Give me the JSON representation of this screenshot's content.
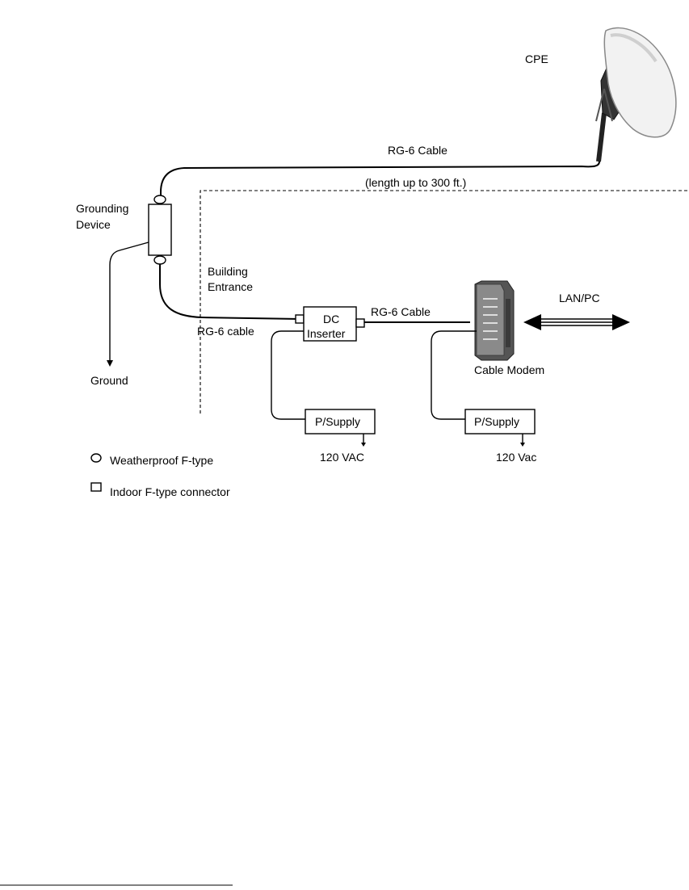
{
  "labels": {
    "cpe": "CPE",
    "rg6_top": "RG-6 Cable",
    "length_note": "(length up to 300 ft.)",
    "grounding_1": "Grounding",
    "grounding_2": "Device",
    "building_1": "Building",
    "building_2": "Entrance",
    "rg6_lower": "RG-6 cable",
    "rg6_middle": "RG-6 Cable",
    "dc_1": "DC",
    "dc_2": "Inserter",
    "lan_pc": "LAN/PC",
    "cable_modem": "Cable Modem",
    "ground": "Ground",
    "psupply_left": "P/Supply",
    "psupply_right": "P/Supply",
    "vac_left": "120 VAC",
    "vac_right": "120 Vac"
  },
  "legend": {
    "weatherproof": "Weatherproof F-type",
    "indoor": "Indoor F-type connector"
  },
  "icons": {
    "cpe": "cpe-antenna-icon",
    "modem": "cable-modem-icon"
  }
}
